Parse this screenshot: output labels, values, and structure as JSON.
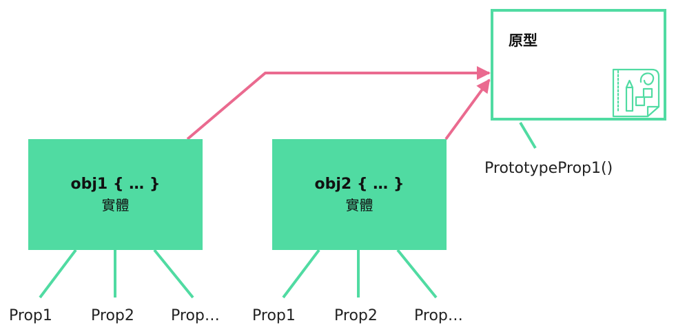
{
  "prototype": {
    "title": "原型",
    "method": "PrototypeProp1()",
    "icon": "design-blueprint-icon"
  },
  "instances": [
    {
      "name": "obj1 { … }",
      "type": "實體",
      "props": [
        "Prop1",
        "Prop2",
        "Prop…"
      ]
    },
    {
      "name": "obj2 { … }",
      "type": "實體",
      "props": [
        "Prop1",
        "Prop2",
        "Prop…"
      ]
    }
  ],
  "colors": {
    "box": "#50dba2",
    "arrow": "#ea6a8f",
    "text": "#222222"
  }
}
